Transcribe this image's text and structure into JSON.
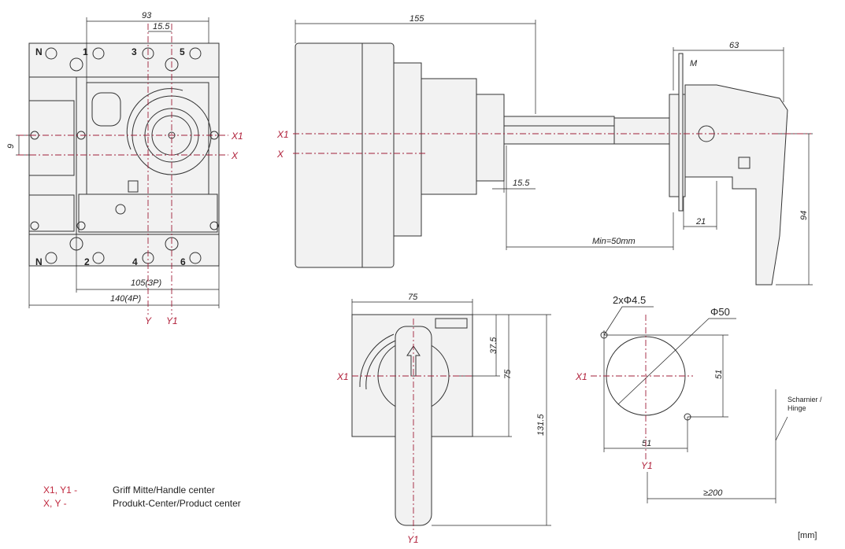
{
  "front_view": {
    "dim_width_93": "93",
    "dim_offset": "15.5",
    "dim_vertical_offset": "9",
    "dim_3p": "105(3P)",
    "dim_4p": "140(4P)",
    "terminals_top": [
      "N",
      "1",
      "3",
      "5"
    ],
    "terminals_bottom": [
      "N",
      "2",
      "4",
      "6"
    ],
    "axis_x1": "X1",
    "axis_x": "X",
    "axis_y": "Y",
    "axis_y1": "Y1"
  },
  "side_view": {
    "dim_depth": "155",
    "dim_handle_depth": "63",
    "label_m": "M",
    "dim_shaft": "15.5",
    "dim_21": "21",
    "dim_min": "Min=50mm",
    "dim_94": "94",
    "axis_x1": "X1",
    "axis_x": "X"
  },
  "handle_view": {
    "dim_width": "75",
    "dim_half": "37.5",
    "dim_height": "75",
    "dim_total": "131.5",
    "axis_x1": "X1",
    "axis_y1": "Y1"
  },
  "cutout_view": {
    "holes": "2xΦ4.5",
    "diameter": "Φ50",
    "dim_vertical": "51",
    "dim_horizontal": "51",
    "axis_x1": "X1",
    "axis_y1": "Y1",
    "hinge_label_1": "Scharnier /",
    "hinge_label_2": "Hinge",
    "dim_clearance": "≥200"
  },
  "legend": [
    {
      "key": "X1, Y1 -",
      "text": "Griff Mitte/Handle center"
    },
    {
      "key": "X, Y -",
      "text": "Produkt-Center/Product center"
    }
  ],
  "unit": "[mm]",
  "colors": {
    "axis": "#b0203a",
    "line": "#333333"
  }
}
